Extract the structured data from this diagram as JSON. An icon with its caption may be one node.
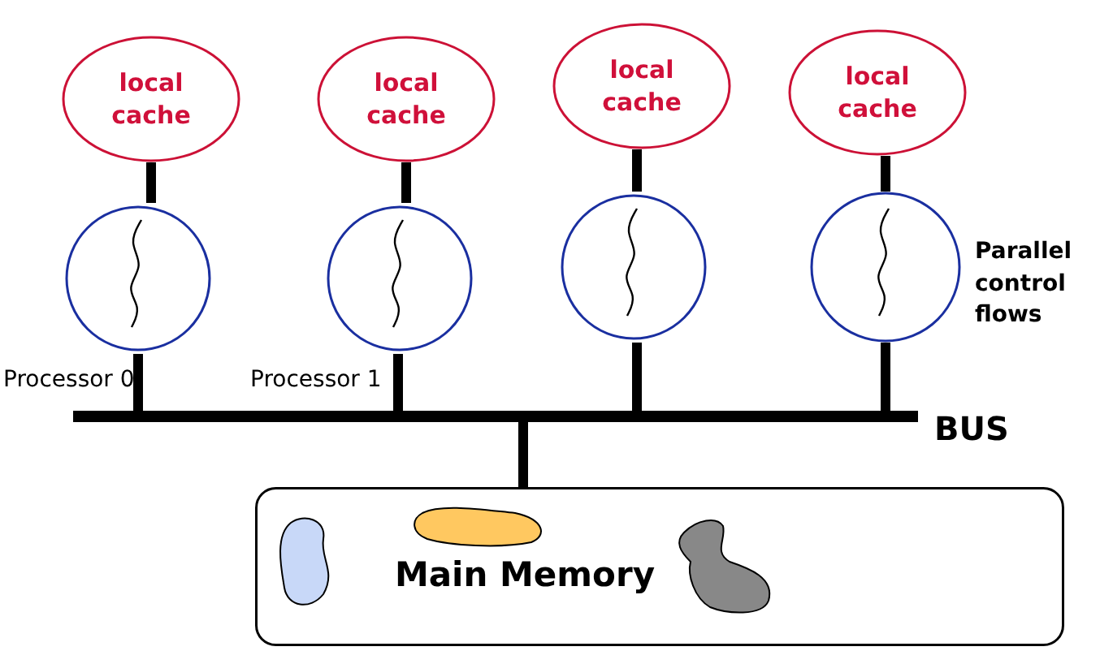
{
  "diagram": {
    "nodes": [
      {
        "text": [
          "local cache"
        ]
      },
      {
        "text": [
          "local cache"
        ]
      },
      {
        "text": [
          "local cache"
        ]
      },
      {
        "text": [
          "local cache"
        ]
      },
      {
        "text": [],
        "shape": "circle",
        "beside": [
          "Processor 0"
        ]
      },
      {
        "text": [],
        "shape": "circle",
        "beside": [
          "Processor 1"
        ]
      },
      {
        "text": [],
        "shape": "circle"
      },
      {
        "text": [],
        "shape": "circle",
        "beside": [
          "Parallel control flows"
        ]
      },
      {
        "text": [
          "BUS"
        ]
      },
      {
        "text": [
          "Main Memory"
        ]
      }
    ],
    "edges": [
      {
        "from": 0,
        "to": 4,
        "arrow": "none"
      },
      {
        "from": 1,
        "to": 5,
        "arrow": "none"
      },
      {
        "from": 2,
        "to": 6,
        "arrow": "none"
      },
      {
        "from": 3,
        "to": 7,
        "arrow": "none"
      },
      {
        "from": 4,
        "to": 8,
        "arrow": "none"
      },
      {
        "from": 5,
        "to": 8,
        "arrow": "none"
      },
      {
        "from": 6,
        "to": 8,
        "arrow": "none"
      },
      {
        "from": 7,
        "to": 8,
        "arrow": "none"
      },
      {
        "from": 8,
        "to": 9,
        "arrow": "none"
      }
    ]
  }
}
